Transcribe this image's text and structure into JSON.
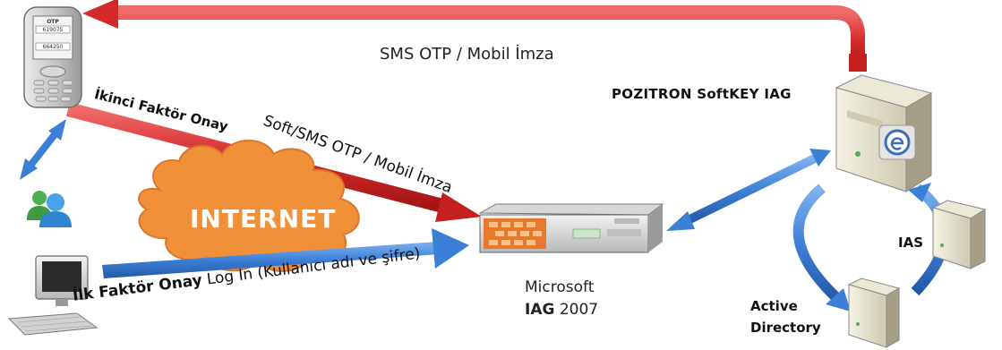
{
  "labels": {
    "sms_otp": "SMS OTP / Mobil İmza",
    "ikinci_faktor": "İkinci Faktör Onay",
    "soft_sms": "Soft/SMS OTP / Mobil İmza",
    "pozitron": "POZITRON  SoftKEY  IAG",
    "internet": "INTERNET",
    "ias": "IAS",
    "active_directory_line1": "Active",
    "active_directory_line2": "Directory",
    "microsoft_line1": "Microsoft",
    "microsoft_line2_bold": "IAG",
    "microsoft_line2_rest": " 2007",
    "ilk_faktor": "İlk Faktör Onay",
    "login": " Log In (Kullanıcı adı ve şifre)"
  },
  "phone_screen": {
    "title": "OTP",
    "line1": "619075",
    "line2": "664250"
  },
  "colors": {
    "red_arrow": "#d42a2a",
    "blue_arrow": "#3c7fd6",
    "cloud": "#f0913a",
    "cloud_stroke": "#d9772a"
  }
}
